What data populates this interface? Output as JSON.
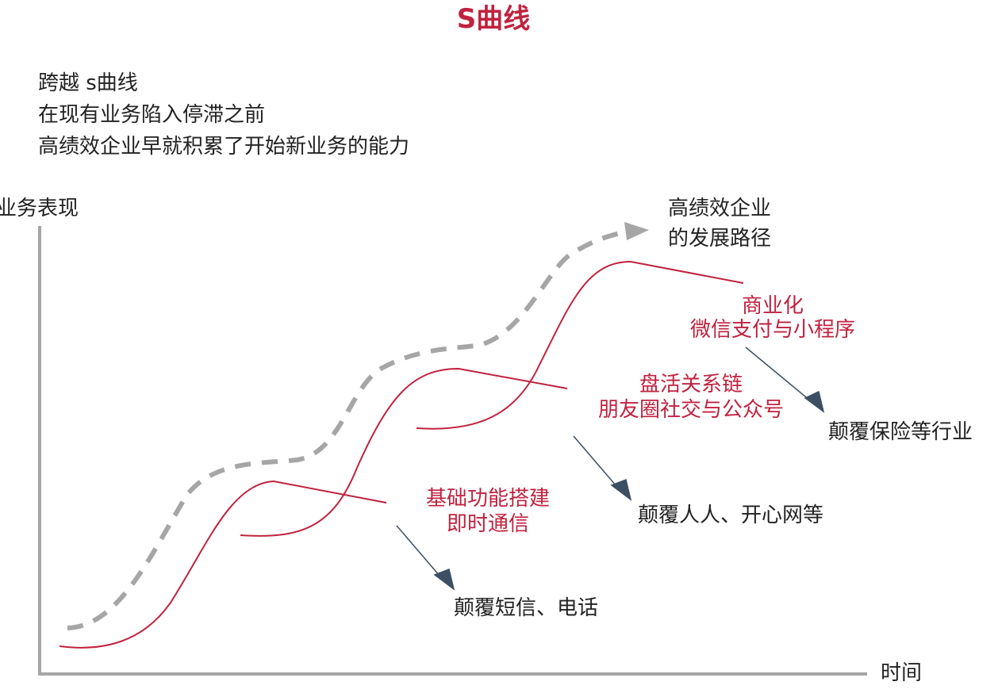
{
  "title": "S曲线",
  "intro": [
    "跨越 s曲线",
    "在现有业务陷入停滞之前",
    "高绩效企业早就积累了开始新业务的能力"
  ],
  "axes": {
    "y_label": "业务表现",
    "x_label": "时间"
  },
  "path_label": [
    "高绩效企业",
    "的发展路径"
  ],
  "stages": [
    {
      "label": [
        "基础功能搭建",
        "即时通信"
      ],
      "outcome": "颠覆短信、电话"
    },
    {
      "label": [
        "盘活关系链",
        "朋友圈社交与公众号"
      ],
      "outcome": "颠覆人人、开心网等"
    },
    {
      "label": [
        "商业化",
        "微信支付与小程序"
      ],
      "outcome": "颠覆保险等行业"
    }
  ],
  "colors": {
    "accent": "#c0223f",
    "dashed_path": "#a6a6a6",
    "arrow": "#3d4f63",
    "axis": "#a6a6a6"
  }
}
